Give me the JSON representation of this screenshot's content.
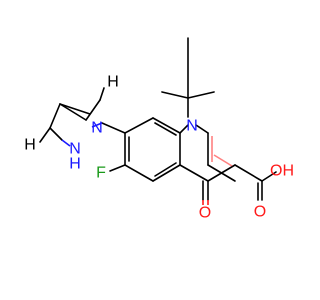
{
  "structure": {
    "atom_labels": {
      "ring_n": "N",
      "bicyclic_n": "N",
      "nh_n": "N",
      "nh_h": "H",
      "fluorine": "F",
      "ketone_o": "O",
      "acid_o": "O",
      "hydroxyl": "OH",
      "stereo_h_top": "H",
      "stereo_h_left": "H"
    },
    "colors": {
      "carbon_bond": "#000000",
      "nitrogen": "#1a1aff",
      "oxygen": "#ff1a1a",
      "fluorine": "#1a9a1a",
      "aromatic_highlight": "#ff1a1a"
    }
  }
}
